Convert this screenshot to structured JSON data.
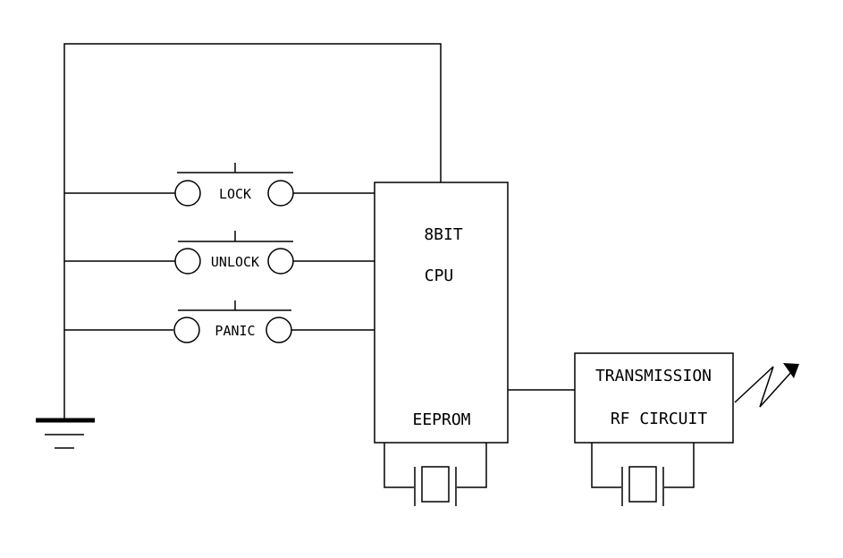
{
  "switches": {
    "lock": "LOCK",
    "unlock": "UNLOCK",
    "panic": "PANIC"
  },
  "cpu": {
    "line1": "8BIT",
    "line2": "CPU",
    "memory": "EEPROM"
  },
  "transmitter": {
    "line1": "TRANSMISSION",
    "line2": "RF CIRCUIT"
  },
  "colors": {
    "line": "#000000",
    "background": "#ffffff"
  }
}
